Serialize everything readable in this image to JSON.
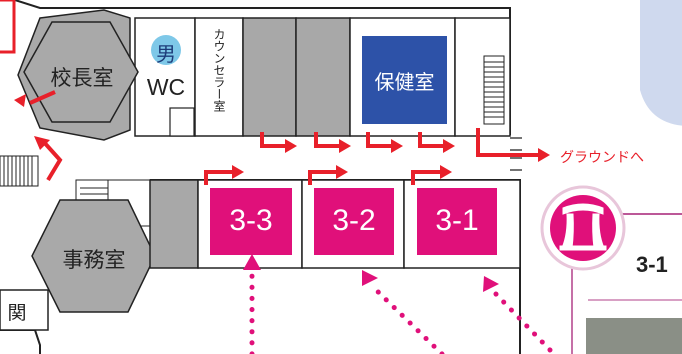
{
  "rooms": {
    "principal": "校長室",
    "wc_mark": "男",
    "wc": "WC",
    "counselor": "カウンセラー室",
    "health": "保健室",
    "office": "事務室",
    "entrance_partial": "関",
    "r33": "3-3",
    "r32": "3-2",
    "r31": "3-1"
  },
  "directions": {
    "to_ground": "グラウンドへ"
  },
  "side_panel": {
    "partial_heading": "3-1"
  },
  "colors": {
    "classroom": "#e0107a",
    "health_room": "#2d52a8",
    "hex_room": "#a9a9a9",
    "corridor": "#a8a8a8",
    "arrow": "#e8202a",
    "wc_badge": "#7ec8e8",
    "panel_bubble": "#cfd9ee",
    "panel_border": "#b2408a"
  }
}
